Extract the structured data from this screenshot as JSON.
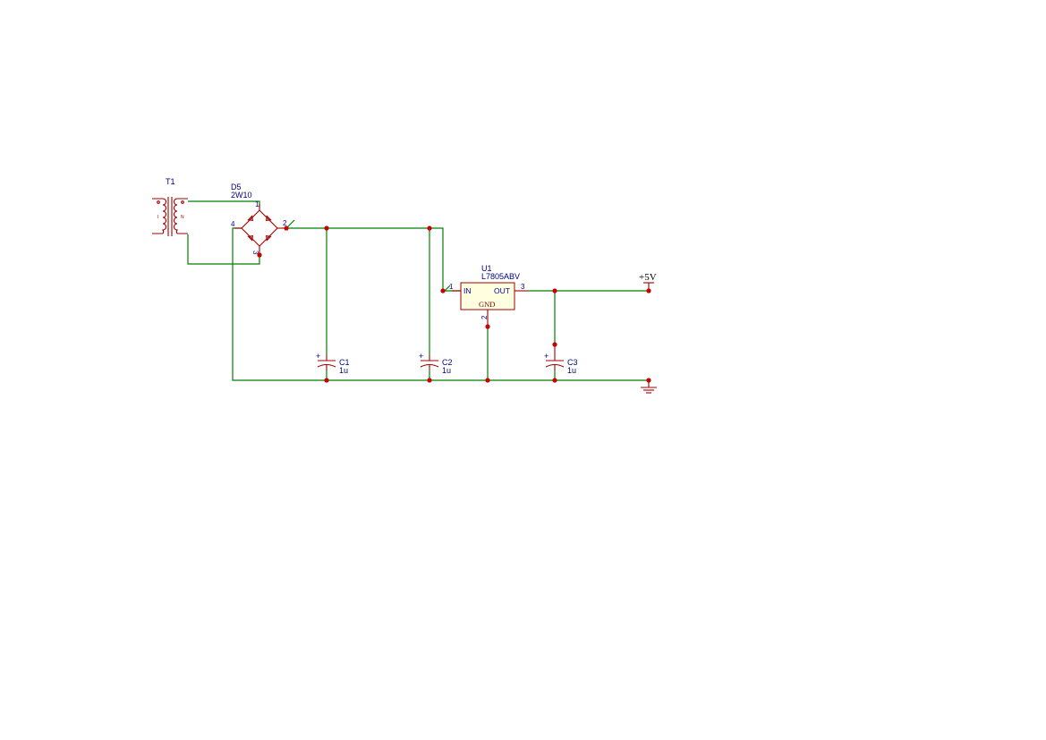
{
  "components": {
    "transformer": {
      "ref": "T1",
      "pin_marks": [
        "I",
        "N"
      ]
    },
    "bridge": {
      "ref": "D5",
      "value": "2W10",
      "pins": [
        "1",
        "2",
        "3",
        "4"
      ]
    },
    "regulator": {
      "ref": "U1",
      "value": "L7805ABV",
      "pin_in": "IN",
      "pin_out": "OUT",
      "pin_gnd": "GND",
      "pins": [
        "1",
        "2",
        "3"
      ]
    },
    "c1": {
      "ref": "C1",
      "value": "1u",
      "polarity": "+"
    },
    "c2": {
      "ref": "C2",
      "value": "1u",
      "polarity": "+"
    },
    "c3": {
      "ref": "C3",
      "value": "1u",
      "polarity": "+"
    }
  },
  "power": {
    "vcc_label": "+5V"
  },
  "colors": {
    "wire": "#008000",
    "component": "#a00000",
    "junction": "#cc0000",
    "text": "#000080",
    "body_fill": "#ffffe0"
  }
}
